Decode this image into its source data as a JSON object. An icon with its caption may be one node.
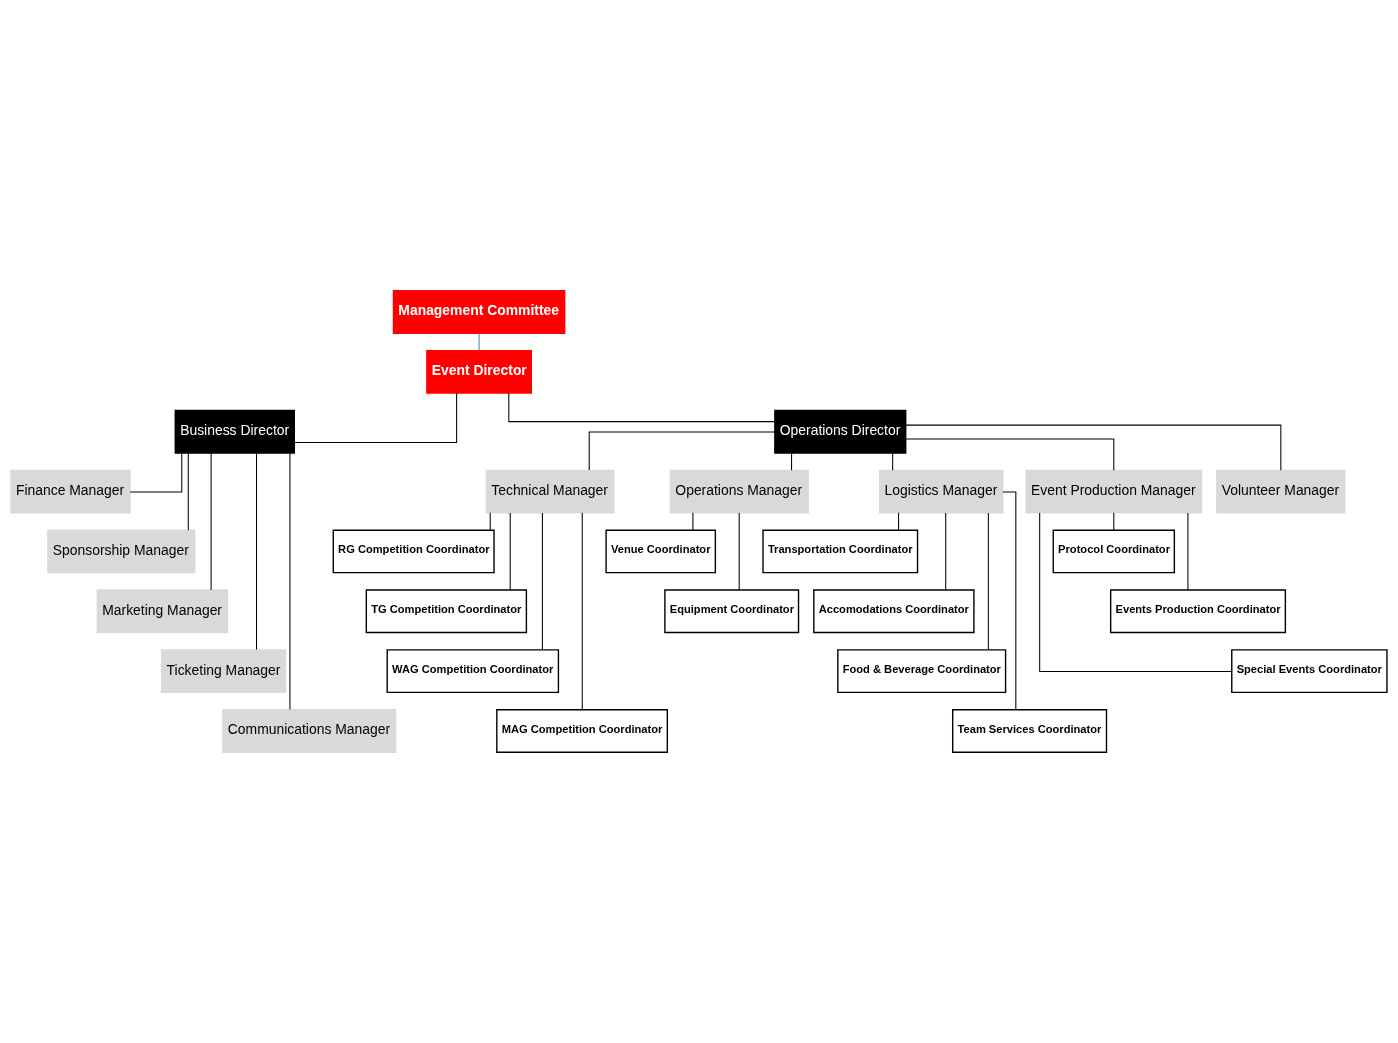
{
  "diagram": {
    "nodes": [
      {
        "text": [
          "Management Committee"
        ]
      },
      {
        "text": [
          "Event Director"
        ]
      },
      {
        "text": [
          "Business Director"
        ]
      },
      {
        "text": [
          "Operations Director"
        ]
      },
      {
        "text": [
          "Finance Manager"
        ]
      },
      {
        "text": [
          "Sponsorship Manager"
        ]
      },
      {
        "text": [
          "Marketing Manager"
        ]
      },
      {
        "text": [
          "Ticketing Manager"
        ]
      },
      {
        "text": [
          "Communications Manager"
        ]
      },
      {
        "text": [
          "Technical Manager"
        ]
      },
      {
        "text": [
          "Operations Manager"
        ]
      },
      {
        "text": [
          "Logistics Manager"
        ]
      },
      {
        "text": [
          "Event Production Manager"
        ]
      },
      {
        "text": [
          "Volunteer Manager"
        ]
      },
      {
        "text": [
          "RG Competition Coordinator"
        ]
      },
      {
        "text": [
          "TG Competition Coordinator"
        ]
      },
      {
        "text": [
          "WAG Competition Coordinator"
        ]
      },
      {
        "text": [
          "MAG Competition Coordinator"
        ]
      },
      {
        "text": [
          "Venue Coordinator"
        ]
      },
      {
        "text": [
          "Equipment Coordinator"
        ]
      },
      {
        "text": [
          "Transportation Coordinator"
        ]
      },
      {
        "text": [
          "Accomodations Coordinator"
        ]
      },
      {
        "text": [
          "Food & Beverage Coordinator"
        ]
      },
      {
        "text": [
          "Team Services Coordinator"
        ]
      },
      {
        "text": [
          "Protocol Coordinator"
        ]
      },
      {
        "text": [
          "Events Production Coordinator"
        ]
      },
      {
        "text": [
          "Special Events Coordinator"
        ]
      }
    ],
    "edges": [
      {
        "from": 0,
        "to": 1,
        "arrow": "none",
        "color": "#4f81bd"
      },
      {
        "from": 1,
        "to": 2,
        "arrow": "none"
      },
      {
        "from": 1,
        "to": 3,
        "arrow": "none"
      },
      {
        "from": 2,
        "to": 4,
        "arrow": "none"
      },
      {
        "from": 2,
        "to": 5,
        "arrow": "none"
      },
      {
        "from": 2,
        "to": 6,
        "arrow": "none"
      },
      {
        "from": 2,
        "to": 7,
        "arrow": "none"
      },
      {
        "from": 2,
        "to": 8,
        "arrow": "none"
      },
      {
        "from": 3,
        "to": 9,
        "arrow": "none"
      },
      {
        "from": 3,
        "to": 10,
        "arrow": "none"
      },
      {
        "from": 3,
        "to": 11,
        "arrow": "none"
      },
      {
        "from": 3,
        "to": 12,
        "arrow": "none"
      },
      {
        "from": 3,
        "to": 13,
        "arrow": "none"
      },
      {
        "from": 9,
        "to": 14,
        "arrow": "none"
      },
      {
        "from": 9,
        "to": 15,
        "arrow": "none"
      },
      {
        "from": 9,
        "to": 16,
        "arrow": "none"
      },
      {
        "from": 9,
        "to": 17,
        "arrow": "none"
      },
      {
        "from": 10,
        "to": 18,
        "arrow": "none"
      },
      {
        "from": 10,
        "to": 19,
        "arrow": "none"
      },
      {
        "from": 11,
        "to": 20,
        "arrow": "none"
      },
      {
        "from": 11,
        "to": 21,
        "arrow": "none"
      },
      {
        "from": 11,
        "to": 22,
        "arrow": "none"
      },
      {
        "from": 11,
        "to": 23,
        "arrow": "none"
      },
      {
        "from": 12,
        "to": 24,
        "arrow": "none"
      },
      {
        "from": 12,
        "to": 25,
        "arrow": "none"
      },
      {
        "from": 12,
        "to": 26,
        "arrow": "none"
      }
    ]
  }
}
